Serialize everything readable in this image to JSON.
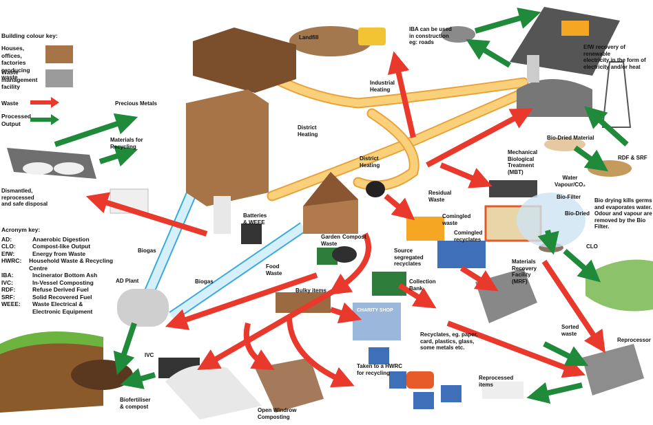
{
  "colors": {
    "producer_building": "#a67447",
    "facility_building": "#9b9b9b",
    "waste_arrow": "#e8392c",
    "output_arrow": "#1f8a3a",
    "heating_pipe": "#f7b84a",
    "biogas_pipe": "#bfe6f7"
  },
  "building_key": {
    "title": "Building colour key:",
    "producer_label": "Houses, offices,\nfactories\nproducing waste",
    "facility_label": "Waste\nmanagement\nfacility"
  },
  "arrow_key": {
    "waste_label": "Waste",
    "output_label": "Processed\nOutput"
  },
  "acronym_key": {
    "title": "Acronym key:",
    "items": [
      {
        "abbr": "AD:",
        "meaning": "Anaerobic Digestion"
      },
      {
        "abbr": "CLO:",
        "meaning": "Compost-like Output"
      },
      {
        "abbr": "EfW:",
        "meaning": "Energy from Waste"
      },
      {
        "abbr": "HWRC:",
        "meaning": "Household Waste & Recycling Centre"
      },
      {
        "abbr": "IBA:",
        "meaning": "Incinerator Bottom Ash"
      },
      {
        "abbr": "IVC:",
        "meaning": "In-Vessel Composting"
      },
      {
        "abbr": "RDF:",
        "meaning": "Refuse Derived Fuel"
      },
      {
        "abbr": "SRF:",
        "meaning": "Solid Recovered Fuel"
      },
      {
        "abbr": "WEEE:",
        "meaning": "Waste Electrical &\nElectronic Equipment"
      }
    ]
  },
  "labels": {
    "precious_metals": "Precious Metals",
    "materials_for_recycling": "Materials for\nRecycling",
    "dismantled": "Dismantled,\nreprocessed\nand safe disposal",
    "landfill": "Landfill",
    "iba_roads": "IBA can be used\nin construction\neg: roads",
    "efw_recovery": "EfW recovery of renewable\nelectricity in the form of\nelectricity and/or heat",
    "industrial_heating": "Industrial\nHeating",
    "district_heating_1": "District\nHeating",
    "district_heating_2": "District\nHeating",
    "bio_dried_material": "Bio-Dried Material",
    "rdf_srf": "RDF & SRF",
    "mbt": "Mechanical\nBiological\nTreatment\n(MBT)",
    "water_vapour": "Water\nVapour/CO₂",
    "bio_filter": "Bio-Filter",
    "bio_dried": "Bio-Dried",
    "bio_drying_note": "Bio drying kills germs\nand evaporates water.\nOdour and vapour are\nremoved by the Bio Filter.",
    "clo": "CLO",
    "residual_waste": "Residual\nWaste",
    "comingled_waste": "Comingled\nwaste",
    "comingled_recyclates": "Comingled\nrecyclates",
    "source_segregated": "Source\nsegregated\nrecyclates",
    "collection_bank": "Collection\nBank",
    "mrf": "Materials\nRecovery\nFacility\n(MRF)",
    "sorted_waste": "Sorted\nwaste",
    "reprocessor": "Reprocessor",
    "recyclates_eg": "Recyclates, eg. paper,\ncard, plastics, glass,\nsome metals etc.",
    "batteries_weee": "Batteries\n& WEEE",
    "biogas_1": "Biogas",
    "biogas_2": "Biogas",
    "ad_plant": "AD Plant",
    "food_waste": "Food\nWaste",
    "garden_waste": "Garden\nWaste",
    "compost": "Compost",
    "bulky_items": "Bulky items",
    "charity_shop": "CHARITY SHOP",
    "ivc": "IVC",
    "biofertiliser": "Biofertiliser\n& compost",
    "open_windrow": "Open Windrow\nComposting",
    "taken_to_hwrc": "Taken to a HWRC\nfor recycling",
    "reprocessed_items": "Reprocessed\nitems"
  }
}
